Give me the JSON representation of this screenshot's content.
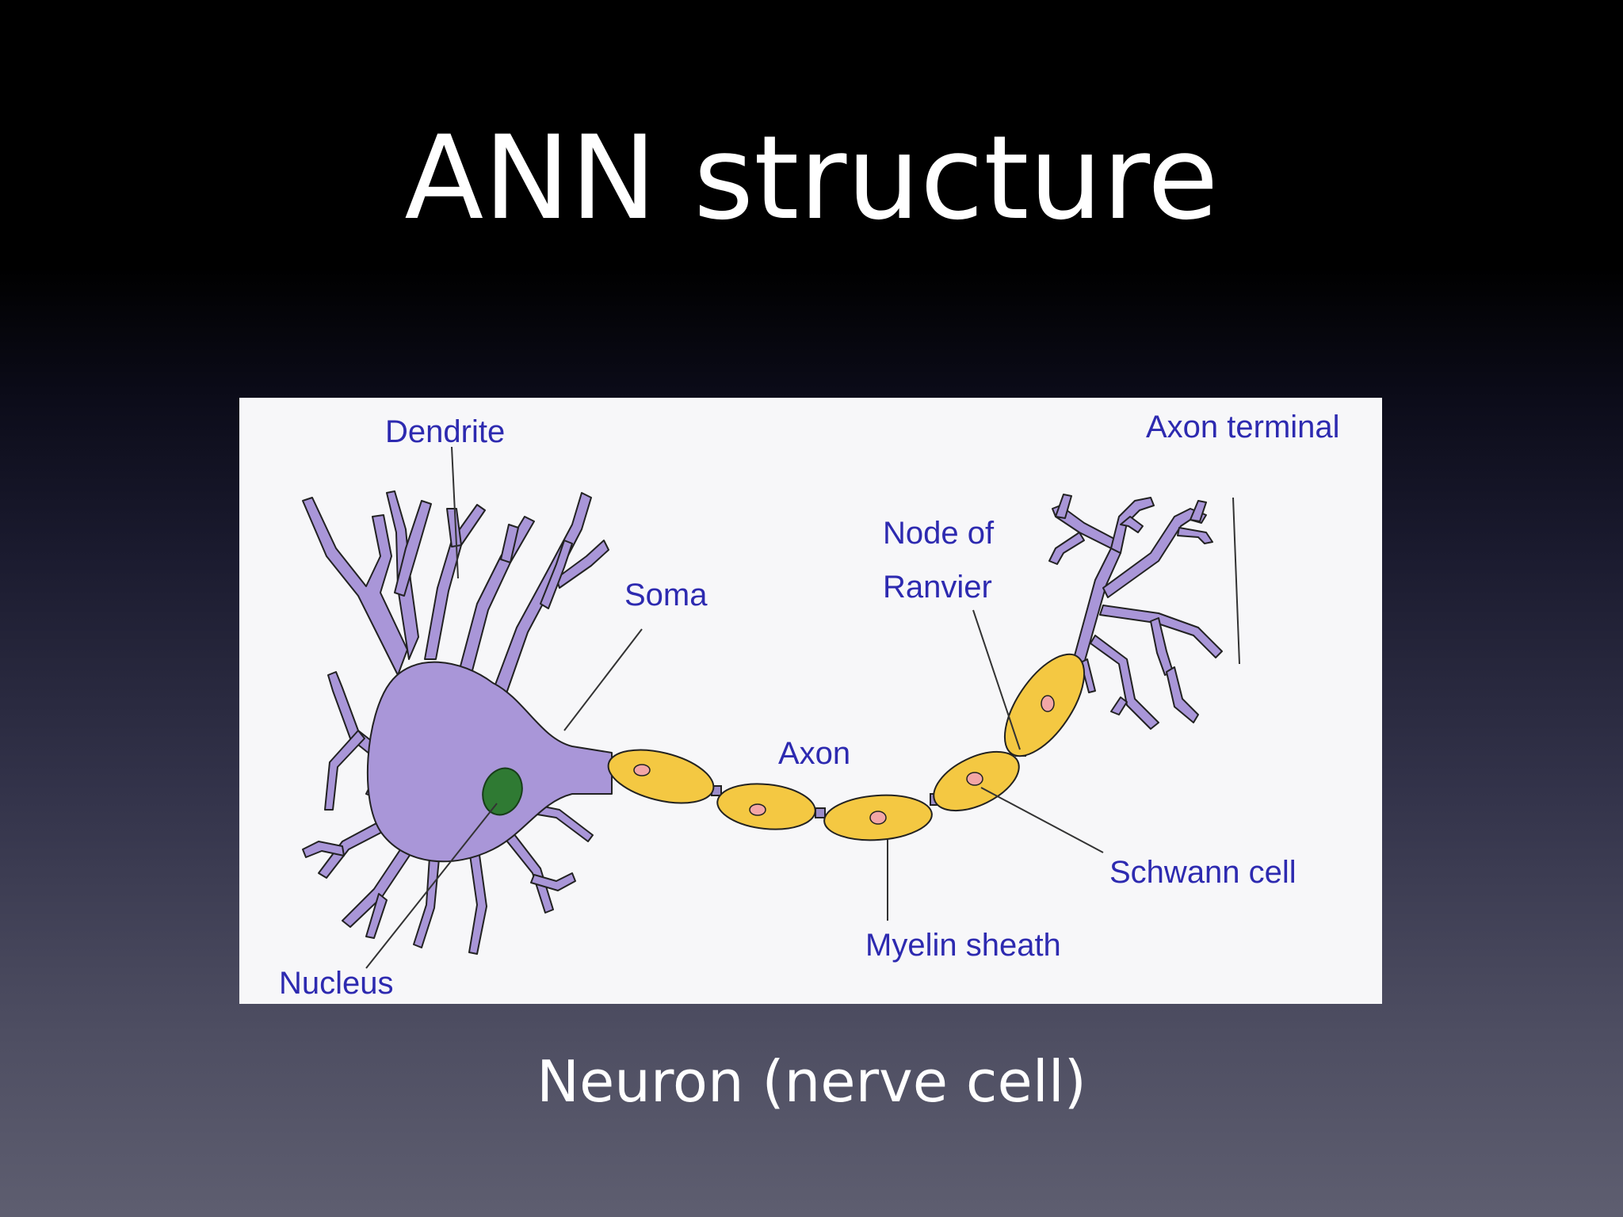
{
  "slide": {
    "title": "ANN structure",
    "caption": "Neuron (nerve cell)"
  },
  "diagram": {
    "labels": {
      "dendrite": "Dendrite",
      "soma": "Soma",
      "nucleus": "Nucleus",
      "axon": "Axon",
      "node_of_ranvier_line1": "Node of",
      "node_of_ranvier_line2": "Ranvier",
      "axon_terminal": "Axon terminal",
      "schwann_cell": "Schwann cell",
      "myelin_sheath": "Myelin sheath"
    },
    "colors": {
      "cell_body": "#a996d8",
      "nucleus": "#2f7a33",
      "myelin": "#f4c842",
      "schwann_nucleus": "#f3a6a6",
      "label_text": "#2d2ab0"
    }
  }
}
